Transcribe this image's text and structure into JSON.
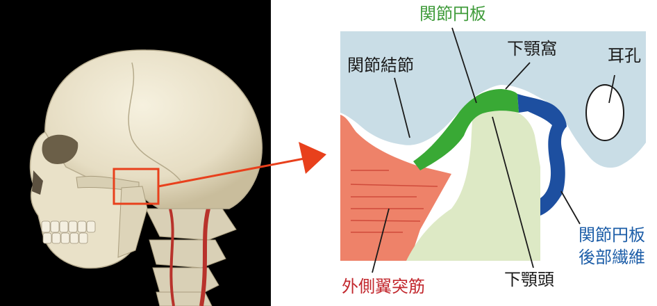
{
  "labels": {
    "articular_disc": "関節円板",
    "articular_eminence": "関節結節",
    "mandibular_fossa": "下顎窩",
    "ear_canal": "耳孔",
    "posterior_disc_fibers_line1": "関節円板",
    "posterior_disc_fibers_line2": "後部繊維",
    "lateral_pterygoid": "外側翼突筋",
    "mandibular_condyle": "下顎頭"
  },
  "colors": {
    "background_left": "#000000",
    "skull_bone": "#ece5cf",
    "skull_shadow": "#cfc5a8",
    "highlight_box": "#e8401c",
    "temporal_bone": "#c9dde6",
    "articular_disc": "#39a935",
    "posterior_fibers": "#1d4fa0",
    "muscle": "#ee8269",
    "muscle_stripes": "#cf4a3a",
    "condyle": "#dde9c5",
    "label_disc": "#3f9b3a",
    "label_fibers": "#1d5ea8",
    "label_muscle": "#c2272d",
    "label_default": "#1a1a1a",
    "vessel": "#b8322b"
  },
  "icons": [
    "skull-image",
    "arrow-right-icon",
    "ear-canal-oval"
  ]
}
